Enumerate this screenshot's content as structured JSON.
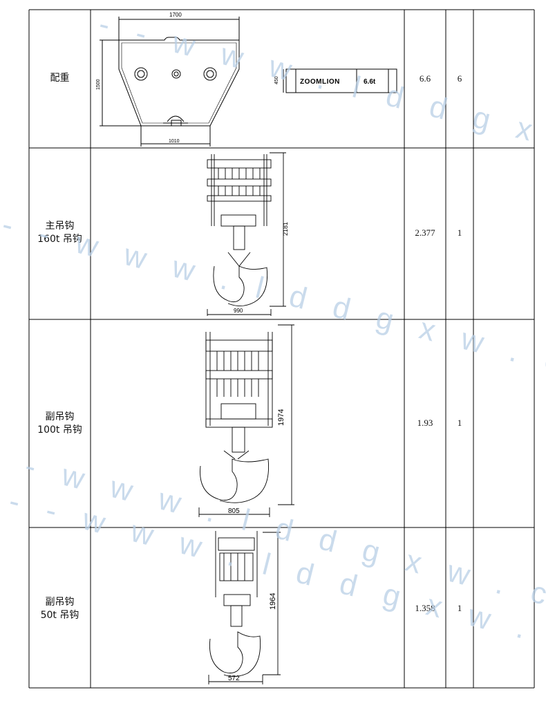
{
  "rows": [
    {
      "name_line1": "配重",
      "name_line2": "",
      "weight": "6.6",
      "qty": "6"
    },
    {
      "name_line1": "主吊钩",
      "name_line2": "160t 吊钩",
      "weight": "2.377",
      "qty": "1"
    },
    {
      "name_line1": "副吊钩",
      "name_line2": "100t 吊钩",
      "weight": "1.93",
      "qty": "1"
    },
    {
      "name_line1": "副吊钩",
      "name_line2": "50t 吊钩",
      "weight": "1.358",
      "qty": "1"
    }
  ],
  "counterweight": {
    "dim_top": "1700",
    "dim_left": "1500",
    "dim_bottom": "1010",
    "label_height": "450",
    "brand": "ZOOMLION",
    "label_weight": "6.6t"
  },
  "hook160": {
    "dim_height": "2181",
    "dim_width": "990"
  },
  "hook100": {
    "dim_height": "1974",
    "dim_width": "805"
  },
  "hook50": {
    "dim_height": "1964",
    "dim_width": "572"
  },
  "watermark": {
    "line1": "- - w w w . l d d g x w . c o m - -",
    "line2": "- - w w w . l d d g x w . c o m - - -",
    "line3": "- - w w w . l d d g x w . c o m - - -",
    "line4": "- - w w w . l d d g x w . c o m - - -"
  }
}
